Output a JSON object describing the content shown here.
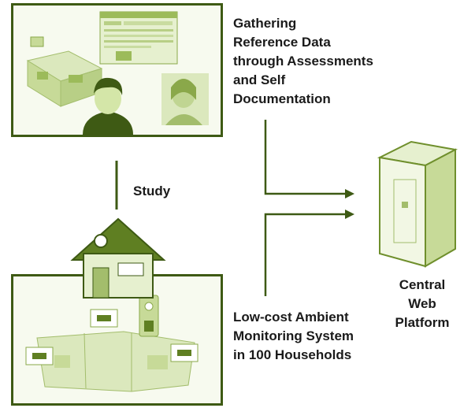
{
  "labels": {
    "gathering": "Gathering\nReference  Data\nthrough Assessments\nand Self\nDocumentation",
    "study": "Study",
    "monitoring": "Low-cost Ambient\nMonitoring System\nin 100 Households",
    "central": "Central\nWeb\nPlatform"
  },
  "colors": {
    "frame": "#3e5a14",
    "arrow": "#3e5a14",
    "accent_light": "#d4e6a8",
    "accent_dark": "#5f7f22"
  },
  "icons": [
    "screenshot-icon",
    "floorplan-icon",
    "person-icon",
    "headset-operator-icon",
    "house-icon",
    "sensor-device-icon",
    "server-icon"
  ]
}
